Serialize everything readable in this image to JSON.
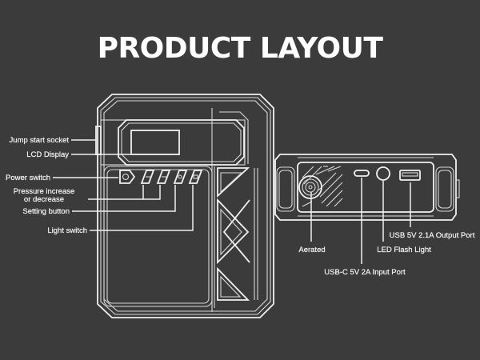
{
  "title": "PRODUCT LAYOUT",
  "front_labels": {
    "jump_start_socket": "Jump start socket",
    "lcd_display": "LCD Display",
    "power_switch": "Power switch",
    "pressure_line1": "Pressure increase",
    "pressure_line2": "or decrease",
    "setting_button": "Setting button",
    "light_switch": "Light switch"
  },
  "side_labels": {
    "aerated": "Aerated",
    "usb_c_input": "USB-C 5V 2A Input Port",
    "led_flash_light": "LED Flash Light",
    "usb_output": "USB 5V 2.1A Output Port"
  }
}
